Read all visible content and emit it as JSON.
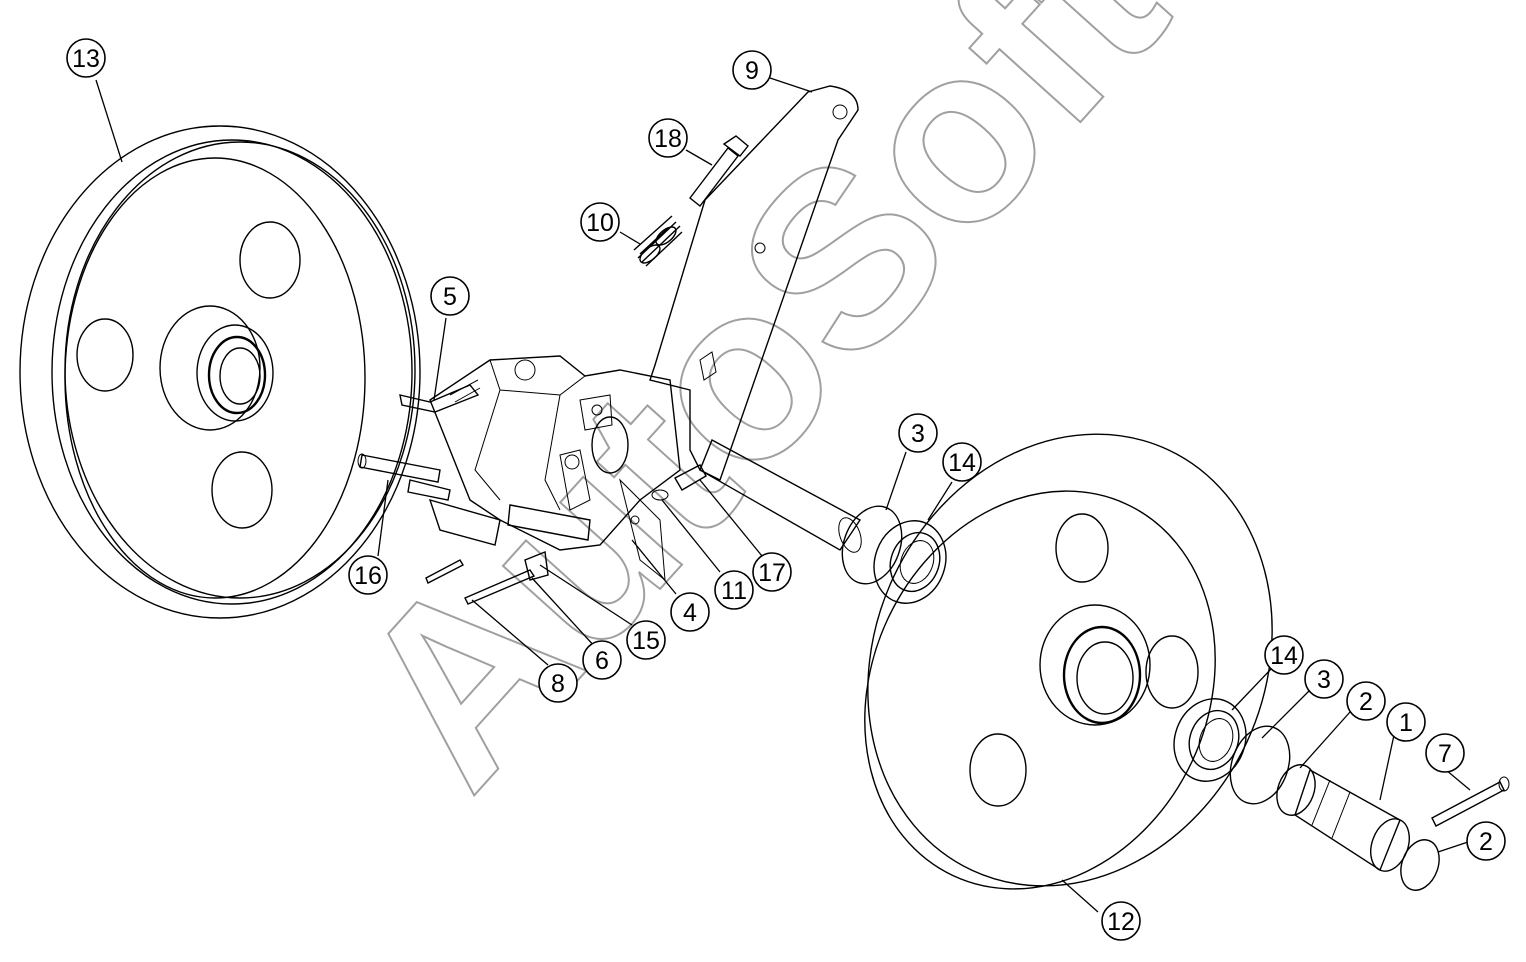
{
  "watermark": "AutoSoft",
  "callouts": [
    {
      "id": "c13",
      "label": "13"
    },
    {
      "id": "c9",
      "label": "9"
    },
    {
      "id": "c18",
      "label": "18"
    },
    {
      "id": "c10",
      "label": "10"
    },
    {
      "id": "c5",
      "label": "5"
    },
    {
      "id": "c3a",
      "label": "3"
    },
    {
      "id": "c14a",
      "label": "14"
    },
    {
      "id": "c16",
      "label": "16"
    },
    {
      "id": "c17",
      "label": "17"
    },
    {
      "id": "c11",
      "label": "11"
    },
    {
      "id": "c4",
      "label": "4"
    },
    {
      "id": "c15",
      "label": "15"
    },
    {
      "id": "c6",
      "label": "6"
    },
    {
      "id": "c8",
      "label": "8"
    },
    {
      "id": "c14b",
      "label": "14"
    },
    {
      "id": "c3b",
      "label": "3"
    },
    {
      "id": "c2a",
      "label": "2"
    },
    {
      "id": "c1",
      "label": "1"
    },
    {
      "id": "c7",
      "label": "7"
    },
    {
      "id": "c2b",
      "label": "2"
    },
    {
      "id": "c12",
      "label": "12"
    }
  ]
}
